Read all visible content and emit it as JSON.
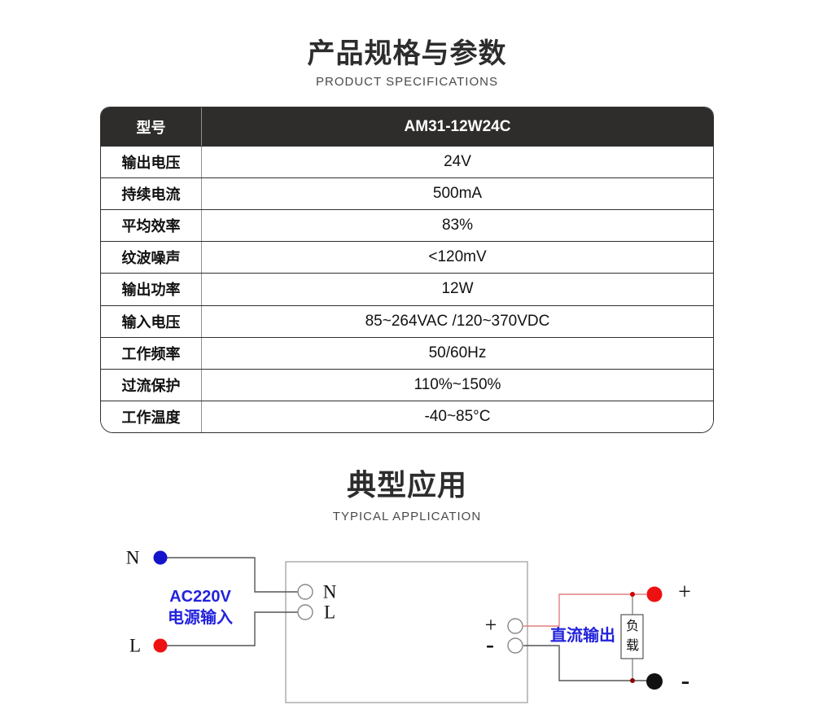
{
  "spec_section": {
    "title": "产品规格与参数",
    "subtitle": "PRODUCT SPECIFICATIONS"
  },
  "spec_table": {
    "header": {
      "label": "型号",
      "value": "AM31-12W24C"
    },
    "rows": [
      {
        "label": "输出电压",
        "value": "24V"
      },
      {
        "label": "持续电流",
        "value": "500mA"
      },
      {
        "label": "平均效率",
        "value": "83%"
      },
      {
        "label": "纹波噪声",
        "value": "<120mV"
      },
      {
        "label": "输出功率",
        "value": "12W"
      },
      {
        "label": "输入电压",
        "value": "85~264VAC /120~370VDC"
      },
      {
        "label": "工作频率",
        "value": "50/60Hz"
      },
      {
        "label": "过流保护",
        "value": "110%~150%"
      },
      {
        "label": "工作温度",
        "value": "-40~85°C"
      }
    ]
  },
  "application_section": {
    "title": "典型应用",
    "subtitle": "TYPICAL APPLICATION"
  },
  "diagram": {
    "input": {
      "neutral_label": "N",
      "live_label": "L",
      "source_line1": "AC220V",
      "source_line2": "电源输入"
    },
    "module_terminals": {
      "neutral": "N",
      "live": "L",
      "plus": "+",
      "minus": "-"
    },
    "output": {
      "label": "直流输出",
      "plus_label": "+",
      "minus_label": "-",
      "load_line1": "负",
      "load_line2": "载"
    },
    "colors": {
      "neutral_dot": "#1414cc",
      "live_dot": "#ee1111",
      "positive_dot": "#ee1111",
      "negative_dot": "#111111",
      "wire_gray": "#555555",
      "positive_wire_red": "#e08080",
      "blue_text": "#2222dd",
      "table_header_bg": "#2e2d2c"
    }
  }
}
